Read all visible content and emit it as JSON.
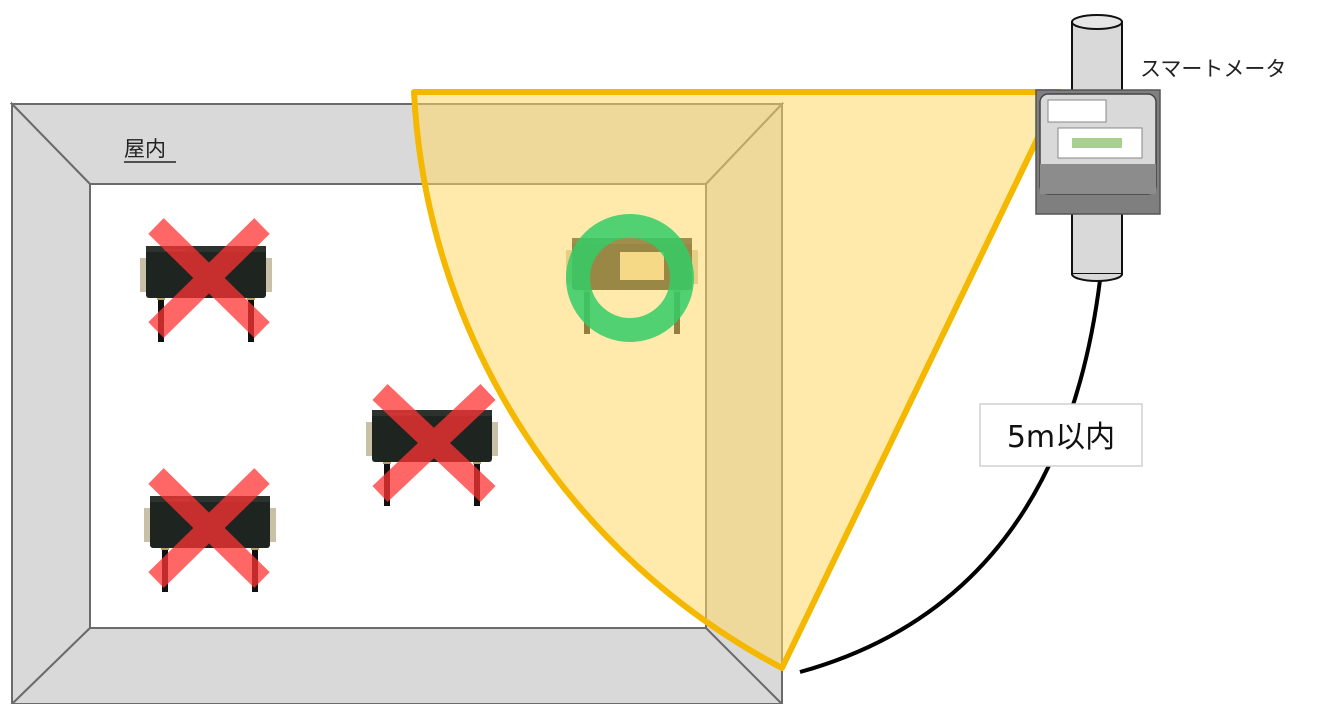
{
  "room": {
    "label": "屋内"
  },
  "smart_meter": {
    "label": "スマートメータ"
  },
  "distance": {
    "label": "5m以内"
  },
  "colors": {
    "wall": "#d9d9d9",
    "wall_stroke": "#6b6b6b",
    "range_fill": "#ffd966",
    "range_stroke": "#f5b800",
    "ok_marker": "#33cc66",
    "ng_marker": "#ff3333",
    "device_body": "#1e2420"
  },
  "devices": [
    {
      "status": "ng",
      "icon": "cross-mark"
    },
    {
      "status": "ng",
      "icon": "cross-mark"
    },
    {
      "status": "ng",
      "icon": "cross-mark"
    },
    {
      "status": "ok",
      "icon": "circle-mark"
    }
  ]
}
